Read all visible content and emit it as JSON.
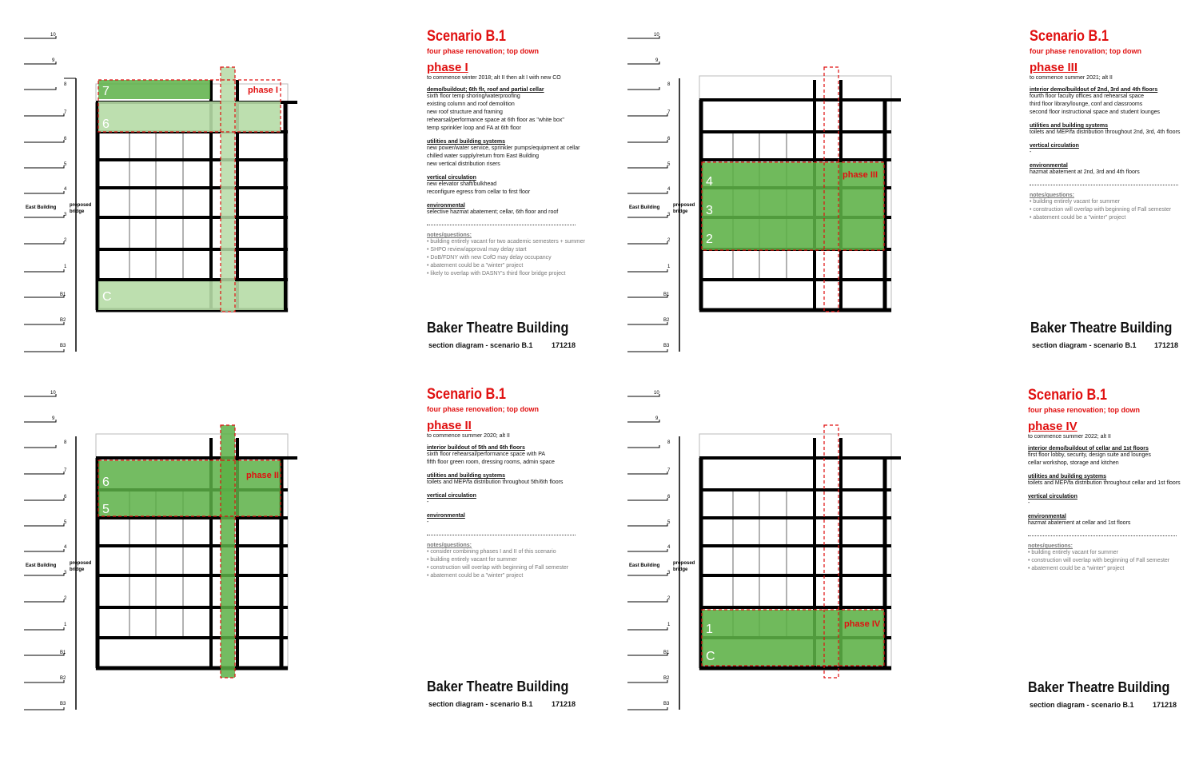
{
  "scenario_title": "Scenario B.1",
  "scenario_subtitle": "four phase renovation; top down",
  "building_name": "Baker Theatre Building",
  "section_label": "section diagram - scenario B.1",
  "doc_number": "171218",
  "east_building": "East Building",
  "proposed": "proposed",
  "bridge": "bridge",
  "levels": [
    "10",
    "9",
    "8",
    "7",
    "6",
    "5",
    "4",
    "3",
    "2",
    "1",
    "B1",
    "B2",
    "B3"
  ],
  "colors": {
    "accent": "#e01010",
    "zone": "#5cb046",
    "zone_light": "#b6dba6"
  },
  "panels": [
    {
      "phase_title": "phase I",
      "phase_label": "phase I",
      "start": "to commence winter 2018; alt II then alt I with new CO",
      "sections": [
        {
          "heading": "demo/buildout; 6th flr, roof and partial cellar",
          "lines": [
            "sixth floor temp shoring/waterproofing",
            "existing column and roof demolition",
            "new roof structure and framing",
            "rehearsal/performance space at 6th floor as \"white box\"",
            "temp sprinkler loop and FA at 6th floor"
          ]
        },
        {
          "heading": "utilities and building systems",
          "lines": [
            "new power/water service, sprinkler pumps/equipment at cellar",
            "chilled water supply/return from East Building",
            "new vertical distribution risers"
          ]
        },
        {
          "heading": "vertical circulation",
          "lines": [
            "new elevator shaft/bulkhead",
            "reconfigure egress from cellar to first floor"
          ]
        },
        {
          "heading": "environmental",
          "lines": [
            "selective hazmat abatement; cellar, 6th floor and roof"
          ]
        }
      ],
      "notes_heading": "notes/questions:",
      "notes": [
        "• building entirely vacant for two academic semesters + summer",
        "• SHPO review/approval may delay start",
        "• DoB/FDNY with new CofO may delay occupancy",
        "• abatement could be a \"winter\" project",
        "• likely to overlap with DASNY's third floor bridge project"
      ],
      "zones": [
        "7",
        "6",
        "C"
      ]
    },
    {
      "phase_title": "phase III",
      "phase_label": "phase III",
      "start": "to commence summer 2021; alt II",
      "sections": [
        {
          "heading": "interior demo/buildout of 2nd, 3rd and 4th floors",
          "lines": [
            "fourth floor faculty offices and rehearsal space",
            "third floor library/lounge, conf and classrooms",
            "second floor instructional space and student lounges"
          ]
        },
        {
          "heading": "utilities and building systems",
          "lines": [
            "toilets and MEP/fa distribution throughout 2nd, 3rd, 4th floors"
          ]
        },
        {
          "heading": "vertical circulation",
          "lines": [
            "-"
          ]
        },
        {
          "heading": "environmental",
          "lines": [
            "hazmat abatement at 2nd, 3rd and 4th floors"
          ]
        }
      ],
      "notes_heading": "notes/questions:",
      "notes": [
        "• building entirely vacant for summer",
        "• construction will overlap with beginning of Fall semester",
        "• abatement could be a \"winter\" project"
      ],
      "zones": [
        "4",
        "3",
        "2"
      ]
    },
    {
      "phase_title": "phase II",
      "phase_label": "phase II",
      "start": "to commence summer 2020; alt II",
      "sections": [
        {
          "heading": "interior buildout of 5th and 6th floors",
          "lines": [
            "sixth floor rehearsal/performance space with PA",
            "fifth floor green room, dressing rooms, admin space"
          ]
        },
        {
          "heading": "utilities and building systems",
          "lines": [
            "toilets and MEP/fa distribution throughout 5th/6th floors"
          ]
        },
        {
          "heading": "vertical circulation",
          "lines": [
            "-"
          ]
        },
        {
          "heading": "environmental",
          "lines": [
            "-"
          ]
        }
      ],
      "notes_heading": "notes/questions:",
      "notes": [
        "• consider combining phases I and II of this scenario",
        "• building entirely vacant for summer",
        "• construction will overlap with beginning of Fall semester",
        "• abatement could be a \"winter\" project"
      ],
      "zones": [
        "6",
        "5"
      ]
    },
    {
      "phase_title": "phase IV",
      "phase_label": "phase IV",
      "start": "to commence summer 2022; alt II",
      "sections": [
        {
          "heading": "interior demo/buildout of cellar and 1st floors",
          "lines": [
            "first floor lobby, security, design suite and lounges",
            "cellar workshop, storage and kitchen"
          ]
        },
        {
          "heading": "utilities and building systems",
          "lines": [
            "toilets and MEP/fa distribution throughout cellar and 1st floors"
          ]
        },
        {
          "heading": "vertical circulation",
          "lines": [
            "-"
          ]
        },
        {
          "heading": "environmental",
          "lines": [
            "hazmat abatement at cellar and 1st floors"
          ]
        }
      ],
      "notes_heading": "notes/questions:",
      "notes": [
        "• building entirely vacant for summer",
        "• construction will overlap with beginning of Fall semester",
        "• abatement could be a \"winter\" project"
      ],
      "zones": [
        "1",
        "C"
      ]
    }
  ]
}
